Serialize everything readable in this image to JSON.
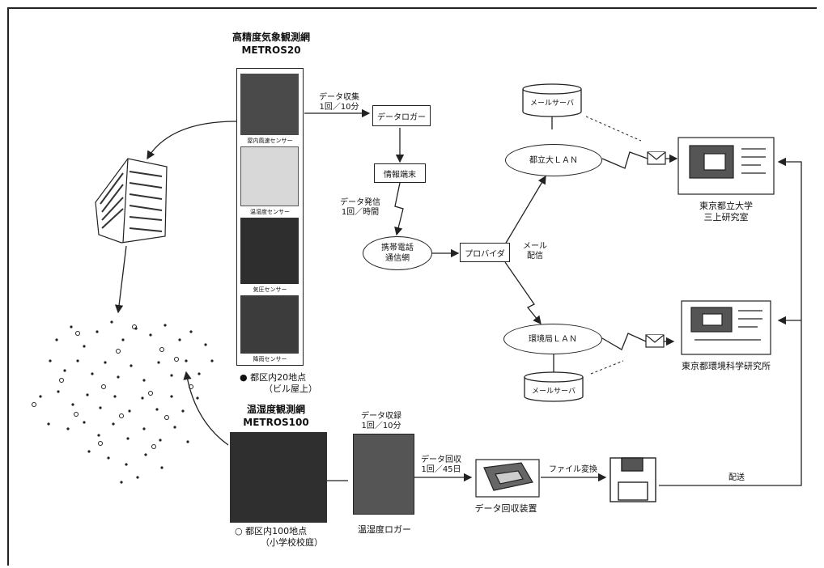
{
  "metros20": {
    "title": "高精度気象観測網",
    "subtitle": "METROS20",
    "sensors": [
      "屋内風速センサー",
      "温湿度センサー",
      "気圧センサー",
      "降雨センサー"
    ],
    "sites": "都区内20地点",
    "sites_note": "（ビル屋上）"
  },
  "metros100": {
    "title": "温湿度観測網",
    "subtitle": "METROS100",
    "sites": "都区内100地点",
    "sites_note": "（小学校校庭）"
  },
  "flow": {
    "data_collect": "データ収集",
    "data_collect_rate": "1回／10分",
    "data_logger": "データロガー",
    "info_terminal": "情報端末",
    "data_send": "データ発信",
    "data_send_rate": "1回／時間",
    "mobile_comm": "携帯電話",
    "mobile_comm2": "通信網",
    "provider": "プロバイダ",
    "mail_dist": "メール",
    "mail_dist2": "配信",
    "uni_lan": "都立大ＬＡＮ",
    "env_lan": "環境局ＬＡＮ",
    "mail_server_top": "メールサーバ",
    "mail_server_bottom": "メールサーバ",
    "uni_lab": "東京都立大学",
    "uni_lab2": "三上研究室",
    "env_lab": "東京都環境科学研究所",
    "logger_collect": "データ収録",
    "logger_collect_rate": "1回／10分",
    "th_logger": "温湿度ロガー",
    "data_recovery": "データ回収",
    "data_recovery_rate": "1回／45日",
    "recovery_device": "データ回収装置",
    "file_convert": "ファイル変換",
    "delivery": "配送"
  }
}
